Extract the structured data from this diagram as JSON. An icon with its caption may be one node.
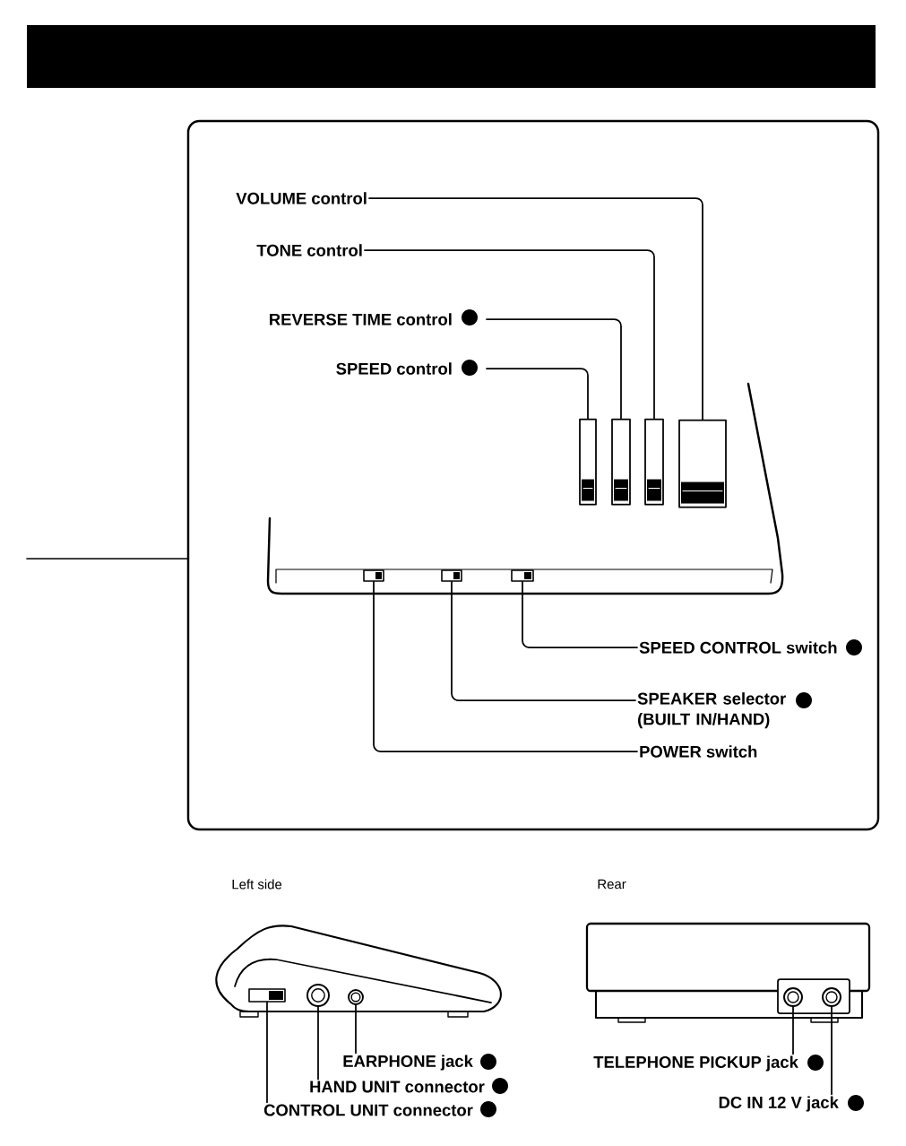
{
  "diagram": {
    "nodes": [
      {
        "text": [],
        "shape": "band"
      },
      {
        "text": [
          "VOLUME control"
        ]
      },
      {
        "text": [
          "TONE control"
        ]
      },
      {
        "text": [
          "REVERSE TIME control"
        ]
      },
      {
        "text": [
          "SPEED control"
        ]
      },
      {
        "text": [],
        "shape": "bar"
      },
      {
        "text": [],
        "shape": "bar"
      },
      {
        "text": [],
        "shape": "bar"
      },
      {
        "text": [],
        "shape": "bar"
      },
      {
        "text": [],
        "shape": "box"
      },
      {
        "text": [],
        "shape": "box"
      },
      {
        "text": [],
        "shape": "box"
      },
      {
        "text": [
          "SPEED CONTROL switch"
        ]
      },
      {
        "text": [
          "SPEAKER selector (BUILT IN/HAND)"
        ]
      },
      {
        "text": [
          "POWER switch"
        ]
      },
      {
        "text": [],
        "shape": "box"
      },
      {
        "text": [],
        "shape": "circle"
      },
      {
        "text": [],
        "shape": "circle"
      },
      {
        "text": [
          "EARPHONE jack"
        ]
      },
      {
        "text": [
          "HAND UNIT connector"
        ]
      },
      {
        "text": [
          "CONTROL UNIT connector"
        ]
      },
      {
        "text": [],
        "shape": "circle"
      },
      {
        "text": [],
        "shape": "circle"
      },
      {
        "text": [
          "TELEPHONE PICKUP jack"
        ]
      },
      {
        "text": [
          "DC IN 12 V jack"
        ]
      }
    ],
    "edges": [
      {
        "from": 1,
        "to": 8,
        "arrow": "none"
      },
      {
        "from": 2,
        "to": 7,
        "arrow": "none"
      },
      {
        "from": 3,
        "to": 6,
        "arrow": "none"
      },
      {
        "from": 4,
        "to": 5,
        "arrow": "none"
      },
      {
        "from": 12,
        "to": 11,
        "arrow": "none"
      },
      {
        "from": 13,
        "to": 10,
        "arrow": "none"
      },
      {
        "from": 14,
        "to": 9,
        "arrow": "none"
      },
      {
        "from": 18,
        "to": 17,
        "arrow": "none"
      },
      {
        "from": 19,
        "to": 16,
        "arrow": "none"
      },
      {
        "from": 20,
        "to": 15,
        "arrow": "none"
      },
      {
        "from": 23,
        "to": 21,
        "arrow": "none"
      },
      {
        "from": 24,
        "to": 22,
        "arrow": "none"
      }
    ],
    "labels": [
      "Left side",
      "Rear"
    ]
  }
}
